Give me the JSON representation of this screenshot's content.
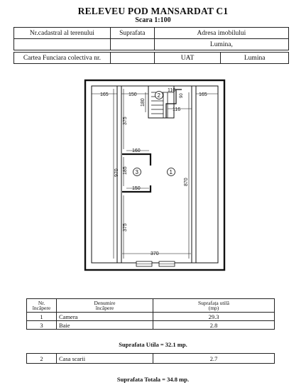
{
  "header": {
    "title": "RELEVEU POD MANSARDAT C1",
    "scale": "Scara 1:100"
  },
  "info_table": {
    "cadastral_label": "Nr.cadastral al terenului",
    "area_label": "Suprafata",
    "address_label": "Adresa imobilului",
    "address_value": "Lumina,",
    "land_book_label": "Cartea Funciara colectiva nr.",
    "uat_label": "UAT",
    "uat_value": "Lumina"
  },
  "plan": {
    "dims": {
      "left_wall": "165",
      "stair_width": "150",
      "stair_top": "110",
      "stair_right": "90",
      "right_wall": "165",
      "stair_length": "180",
      "landing": "116",
      "upper": "375",
      "partition": "160",
      "bath": "185",
      "bath_width": "150",
      "lower": "375",
      "height_total": "970",
      "room_height": "870",
      "room_width": "370"
    },
    "room_numbers": [
      "2",
      "3",
      "1"
    ]
  },
  "rooms_table": {
    "headers": {
      "nr": "Nr.\nîncăpere",
      "name": "Denumire\nîncăpere",
      "area": "Suprafața utilă\n(mp)"
    },
    "rows": [
      {
        "nr": "1",
        "name": "Camera",
        "area": "29.3"
      },
      {
        "nr": "3",
        "name": "Baie",
        "area": "2.8"
      }
    ]
  },
  "useful_area": "Suprafata Utila = 32.1 mp.",
  "stairs_table": {
    "rows": [
      {
        "nr": "2",
        "name": "Casa scarii",
        "area": "2.7"
      }
    ]
  },
  "total_area": "Suprafata Totala = 34.8 mp."
}
